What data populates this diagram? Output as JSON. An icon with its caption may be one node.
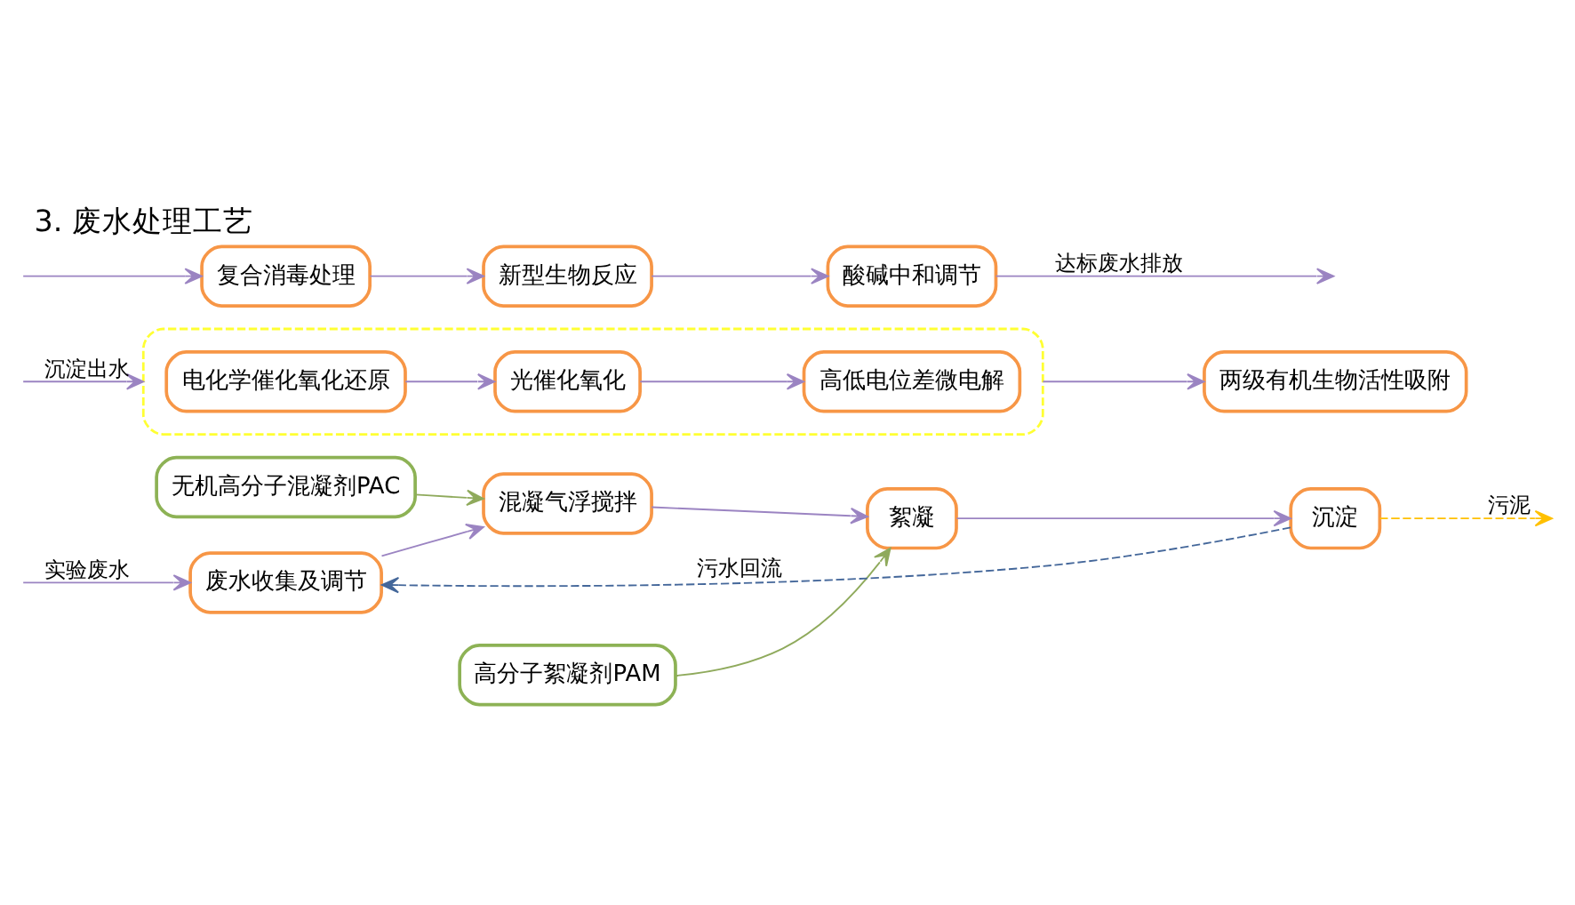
{
  "diagram": {
    "title": "3. 废水处理工艺",
    "nodes": [
      {
        "text": [
          "无机高分子混凝剂PAC"
        ]
      },
      {
        "text": [
          "高分子絮凝剂PAM"
        ]
      },
      {
        "text": [
          "废水收集及调节"
        ]
      },
      {
        "text": [
          "混凝气浮搅拌"
        ]
      },
      {
        "text": [
          "絮凝"
        ]
      },
      {
        "text": [
          "沉淀"
        ]
      },
      {
        "text": [],
        "shape": "box"
      },
      {
        "text": [
          "电化学催化氧化还原"
        ],
        "in": 6
      },
      {
        "text": [
          "光催化氧化"
        ],
        "in": 6
      },
      {
        "text": [
          "高低电位差微电解"
        ],
        "in": 6
      },
      {
        "text": [
          "两级有机生物活性吸附"
        ]
      },
      {
        "text": [
          "复合消毒处理"
        ]
      },
      {
        "text": [
          "新型生物反应"
        ]
      },
      {
        "text": [
          "酸碱中和调节"
        ]
      }
    ],
    "edges": [
      {
        "from": null,
        "to": 2,
        "arrow": "to",
        "label": "实验废水"
      },
      {
        "from": 0,
        "to": 3,
        "arrow": "to",
        "color": "#8faa5c"
      },
      {
        "from": 1,
        "to": 4,
        "arrow": "to",
        "color": "#8faa5c"
      },
      {
        "from": 2,
        "to": 3,
        "arrow": "to"
      },
      {
        "from": 3,
        "to": 4,
        "arrow": "to"
      },
      {
        "from": 4,
        "to": 5,
        "arrow": "to"
      },
      {
        "from": 5,
        "to": 2,
        "arrow": "to",
        "label": "污水回流",
        "style": "dashed",
        "color": "#44679a"
      },
      {
        "from": 5,
        "to": null,
        "arrow": "to",
        "label": "污泥",
        "style": "dashed",
        "color": "#ffc000"
      },
      {
        "from": null,
        "to": 6,
        "arrow": "to",
        "label": "沉淀出水"
      },
      {
        "from": 7,
        "to": 8,
        "arrow": "to"
      },
      {
        "from": 8,
        "to": 9,
        "arrow": "to"
      },
      {
        "from": 6,
        "to": 10,
        "arrow": "to"
      },
      {
        "from": null,
        "to": 11,
        "arrow": "to"
      },
      {
        "from": 11,
        "to": 12,
        "arrow": "to"
      },
      {
        "from": 12,
        "to": 13,
        "arrow": "to"
      },
      {
        "from": 13,
        "to": null,
        "arrow": "to",
        "label": "达标废水排放"
      }
    ]
  }
}
